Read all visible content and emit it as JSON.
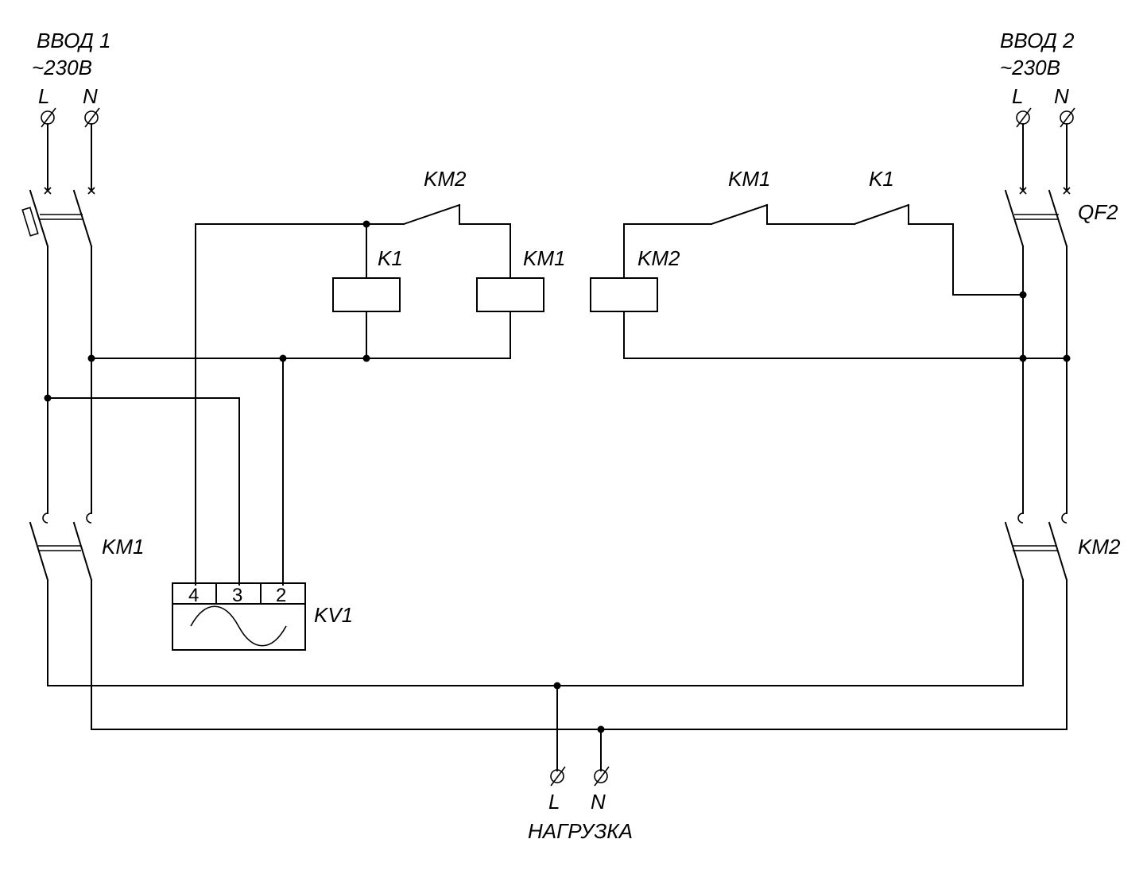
{
  "inputs": {
    "input1": {
      "title": "ВВОД 1",
      "voltage": "~230В",
      "l": "L",
      "n": "N"
    },
    "input2": {
      "title": "ВВОД 2",
      "voltage": "~230В",
      "l": "L",
      "n": "N"
    }
  },
  "breakers": {
    "qf2": "QF2"
  },
  "contacts": {
    "km2_nc": "KM2",
    "km1_nc": "KM1",
    "k1_no": "K1"
  },
  "coils": {
    "k1": "K1",
    "km1": "KM1",
    "km2": "KM2"
  },
  "contactors": {
    "km1": "KM1",
    "km2": "KM2"
  },
  "relay": {
    "name": "KV1",
    "terminals": [
      "4",
      "3",
      "2"
    ]
  },
  "load": {
    "title": "НАГРУЗКА",
    "l": "L",
    "n": "N"
  }
}
